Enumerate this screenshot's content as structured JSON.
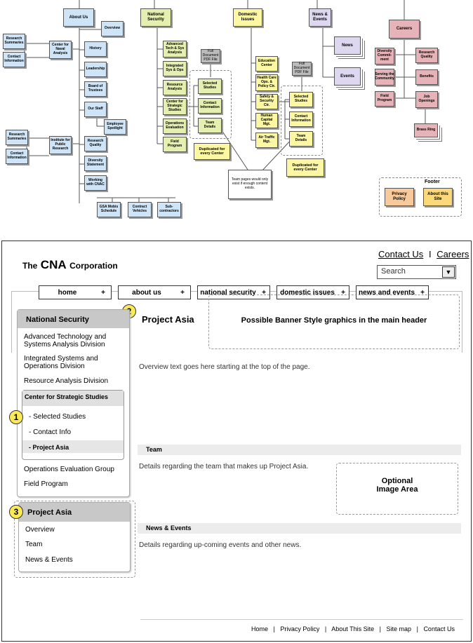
{
  "sitemap": {
    "about": {
      "title": "About Us",
      "children": [
        "Overview",
        "History",
        "Leadership",
        "Board of Trustees",
        "Our Staff",
        "Employee Spotlight",
        "Research Quality",
        "Diversity Statement",
        "Working with CNAC"
      ],
      "center": "Center for Naval Analysis",
      "center_children": [
        "Research Summaries",
        "Contact Information"
      ],
      "institute": "Institute for Public Research",
      "institute_children": [
        "Research Summaries",
        "Contact Information"
      ],
      "bottom": [
        "GSA Mobis Schedule",
        "Contract Vehicles",
        "Sub-contractors"
      ]
    },
    "national": {
      "title": "National Security",
      "children": [
        "Advanced Tech & Sys Analysis",
        "Integrated Sys & Ops",
        "Resource Analysis",
        "Center for Strategic Studies",
        "Operations Evaluation",
        "Field Program"
      ],
      "sub": [
        "Selected Studies",
        "Contact Information",
        "Team Details"
      ],
      "pdf": "Full Document PDF File",
      "dup": "Duplicated for every Center"
    },
    "domestic": {
      "title": "Domestic Issues",
      "children": [
        "Education Center",
        "Health Care Ops. & Policy Ctr.",
        "Safety & Security Ctr.",
        "Human Capital Mgt.",
        "Air Traffic Mgt."
      ],
      "sub": [
        "Selected Studies",
        "Contact Information",
        "Team Details"
      ],
      "pdf": "Full Document PDF File",
      "dup": "Duplicated for every Center"
    },
    "news": {
      "title": "News & Events",
      "children": [
        "News",
        "Events"
      ]
    },
    "careers": {
      "title": "Careers",
      "children": [
        "Diversity Commit-ment",
        "Research Quality",
        "Serving the Community",
        "Benefits",
        "Field Program",
        "Job Openings",
        "Brass Ring"
      ]
    },
    "callout": "Team pages would only exist if enough content exists.",
    "footer": {
      "title": "Footer",
      "items": [
        "Privacy Policy",
        "About this Site"
      ]
    }
  },
  "wireframe": {
    "logo": {
      "the": "The",
      "cna": "CNA",
      "corp": "Corporation"
    },
    "top_links": {
      "contact": "Contact Us",
      "sep": "I",
      "careers": "Careers"
    },
    "search": {
      "placeholder": "Search",
      "arrow": "▼"
    },
    "nav": [
      {
        "label": "home",
        "plus": "+"
      },
      {
        "label": "about us",
        "plus": "+"
      },
      {
        "label": "national security",
        "plus": "+"
      },
      {
        "label": "domestic issues",
        "plus": "+"
      },
      {
        "label": "news and events",
        "plus": "+"
      }
    ],
    "markers": [
      "1",
      "2",
      "3"
    ],
    "page_title": "Project Asia",
    "banner": "Possible Banner Style graphics in the main header",
    "overview_text": "Overview text goes here starting at the top of the page.",
    "sidebar": {
      "title": "National Security",
      "items": [
        "Advanced Technology and Systems Analysis Division",
        "Integrated Systems and Operations Division",
        "Resource Analysis Division"
      ],
      "center_title": "Center for Strategic Studies",
      "center_items": [
        "- Selected Studies",
        "- Contact Info",
        "- Project Asia"
      ],
      "after": [
        "Operations Evaluation Group",
        "Field Program"
      ]
    },
    "sidebar2": {
      "title": "Project Asia",
      "items": [
        "Overview",
        "Team",
        "News & Events"
      ]
    },
    "team": {
      "heading": "Team",
      "text": "Details regarding the team that makes up Project Asia."
    },
    "image_area": "Optional Image Area",
    "news": {
      "heading": "News & Events",
      "text": "Details regarding up-coming events and other news."
    },
    "footer_links": [
      "Home",
      "Privacy Policy",
      "About This Site",
      "Site map",
      "Contact Us"
    ],
    "footer_sep": "|"
  }
}
